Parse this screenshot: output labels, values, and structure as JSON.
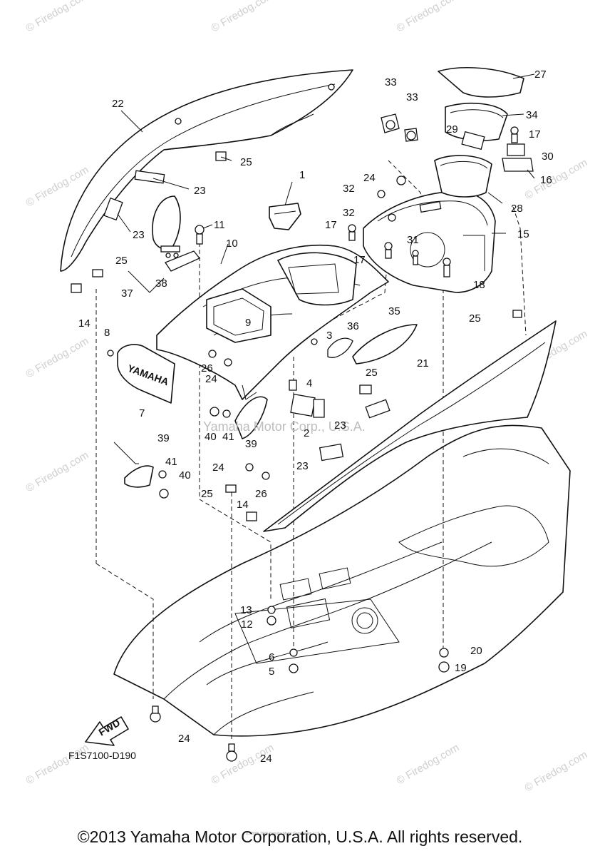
{
  "diagram": {
    "labels": [
      {
        "id": "l1",
        "text": "1"
      },
      {
        "id": "l2",
        "text": "2"
      },
      {
        "id": "l3",
        "text": "3"
      },
      {
        "id": "l4",
        "text": "4"
      },
      {
        "id": "l5",
        "text": "5"
      },
      {
        "id": "l6",
        "text": "6"
      },
      {
        "id": "l7",
        "text": "7"
      },
      {
        "id": "l8",
        "text": "8"
      },
      {
        "id": "l9",
        "text": "9"
      },
      {
        "id": "l10",
        "text": "10"
      },
      {
        "id": "l11",
        "text": "11"
      },
      {
        "id": "l12",
        "text": "12"
      },
      {
        "id": "l13",
        "text": "13"
      },
      {
        "id": "l14a",
        "text": "14"
      },
      {
        "id": "l14b",
        "text": "14"
      },
      {
        "id": "l15",
        "text": "15"
      },
      {
        "id": "l16",
        "text": "16"
      },
      {
        "id": "l17a",
        "text": "17"
      },
      {
        "id": "l17b",
        "text": "17"
      },
      {
        "id": "l17c",
        "text": "17"
      },
      {
        "id": "l18",
        "text": "18"
      },
      {
        "id": "l19",
        "text": "19"
      },
      {
        "id": "l20",
        "text": "20"
      },
      {
        "id": "l21",
        "text": "21"
      },
      {
        "id": "l22",
        "text": "22"
      },
      {
        "id": "l23a",
        "text": "23"
      },
      {
        "id": "l23b",
        "text": "23"
      },
      {
        "id": "l23c",
        "text": "23"
      },
      {
        "id": "l23d",
        "text": "23"
      },
      {
        "id": "l24a",
        "text": "24"
      },
      {
        "id": "l24b",
        "text": "24"
      },
      {
        "id": "l24c",
        "text": "24"
      },
      {
        "id": "l24d",
        "text": "24"
      },
      {
        "id": "l24e",
        "text": "24"
      },
      {
        "id": "l25a",
        "text": "25"
      },
      {
        "id": "l25b",
        "text": "25"
      },
      {
        "id": "l25c",
        "text": "25"
      },
      {
        "id": "l25d",
        "text": "25"
      },
      {
        "id": "l25e",
        "text": "25"
      },
      {
        "id": "l26a",
        "text": "26"
      },
      {
        "id": "l26b",
        "text": "26"
      },
      {
        "id": "l27",
        "text": "27"
      },
      {
        "id": "l28",
        "text": "28"
      },
      {
        "id": "l29",
        "text": "29"
      },
      {
        "id": "l30",
        "text": "30"
      },
      {
        "id": "l31",
        "text": "31"
      },
      {
        "id": "l32a",
        "text": "32"
      },
      {
        "id": "l32b",
        "text": "32"
      },
      {
        "id": "l33a",
        "text": "33"
      },
      {
        "id": "l33b",
        "text": "33"
      },
      {
        "id": "l34",
        "text": "34"
      },
      {
        "id": "l35",
        "text": "35"
      },
      {
        "id": "l36",
        "text": "36"
      },
      {
        "id": "l37",
        "text": "37"
      },
      {
        "id": "l38",
        "text": "38"
      },
      {
        "id": "l39a",
        "text": "39"
      },
      {
        "id": "l39b",
        "text": "39"
      },
      {
        "id": "l40a",
        "text": "40"
      },
      {
        "id": "l40b",
        "text": "40"
      },
      {
        "id": "l41a",
        "text": "41"
      },
      {
        "id": "l41b",
        "text": "41"
      }
    ],
    "diagram_code": "F1S7100-D190",
    "fwd_arrow_text": "FWD",
    "panel_logo_text": "YAMAHA",
    "center_watermark": "Yamaha Motor Corp., U.S.A.",
    "watermark_text": "© Firedog.com",
    "fine_print": "(c) 2005-2016 Yamaha Motor Corporation, U.S.A."
  },
  "footer": {
    "copyright": "©2013 Yamaha Motor Corporation, U.S.A. All rights reserved."
  }
}
